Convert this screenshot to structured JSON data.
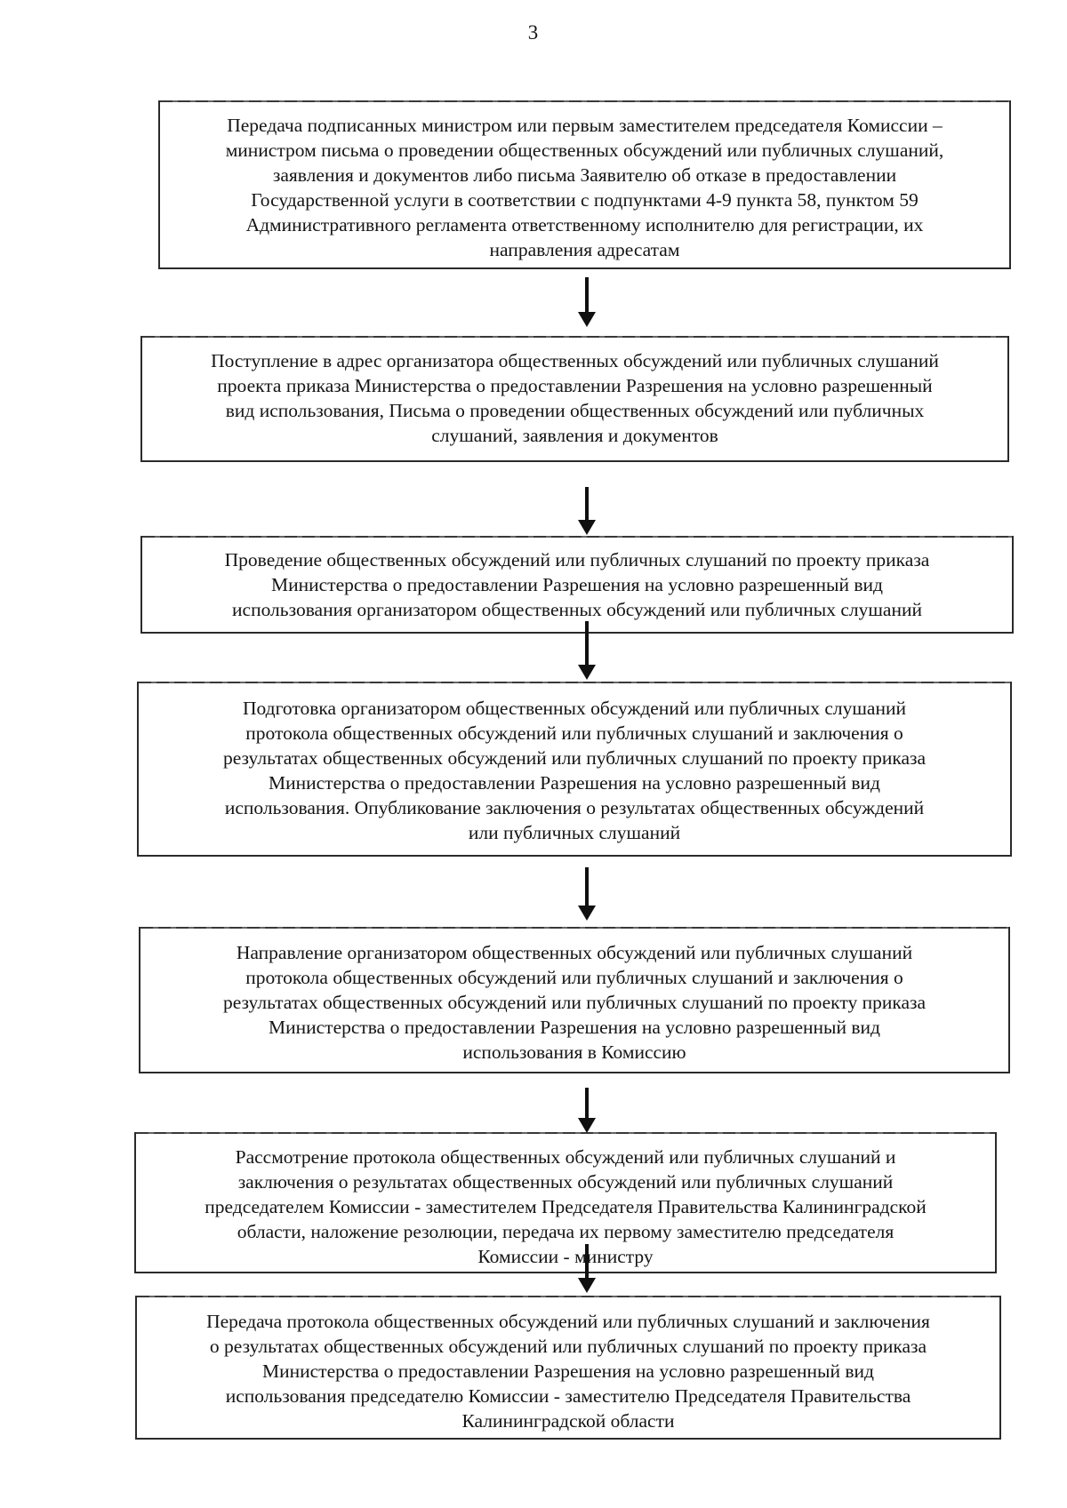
{
  "page": {
    "number": "3"
  },
  "flowchart": {
    "connector_icon": "down-arrow",
    "boxes": [
      "Передача подписанных министром или первым заместителем председателя Комиссии –\nминистром письма о проведении общественных обсуждений или публичных слушаний,\nзаявления и документов либо письма Заявителю об отказе в предоставлении\nГосударственной услуги в соответствии с подпунктами 4-9 пункта 58, пунктом 59\nАдминистративного регламента ответственному исполнителю для регистрации, их\nнаправления адресатам",
      "Поступление в адрес организатора общественных обсуждений или публичных слушаний\nпроекта приказа Министерства о предоставлении Разрешения на условно разрешенный\nвид использования, Письма о проведении общественных обсуждений или публичных\nслушаний, заявления и документов",
      "Проведение общественных обсуждений или публичных слушаний по проекту приказа\nМинистерства о предоставлении Разрешения на условно разрешенный вид\nиспользования организатором общественных обсуждений или публичных слушаний",
      "Подготовка организатором общественных обсуждений или публичных слушаний\nпротокола общественных обсуждений или публичных слушаний и заключения о\nрезультатах общественных обсуждений или публичных слушаний по проекту приказа\nМинистерства о предоставлении Разрешения на условно разрешенный вид\nиспользования. Опубликование заключения о результатах общественных обсуждений\nили публичных слушаний",
      "Направление организатором общественных обсуждений или публичных слушаний\nпротокола общественных обсуждений или публичных слушаний и заключения о\nрезультатах общественных обсуждений или публичных слушаний по проекту приказа\nМинистерства о предоставлении Разрешения на условно разрешенный вид\nиспользования в Комиссию",
      "Рассмотрение протокола общественных обсуждений или публичных слушаний и\nзаключения о результатах общественных обсуждений или публичных слушаний\nпредседателем Комиссии - заместителем Председателя Правительства Калининградской\nобласти, наложение резолюции, передача их первому заместителю председателя\nКомиссии - министру",
      "Передача протокола общественных обсуждений или публичных слушаний и заключения\nо результатах общественных обсуждений или публичных слушаний по проекту приказа\nМинистерства о предоставлении Разрешения на условно разрешенный вид\nиспользования председателю Комиссии - заместителю Председателя Правительства\nКалининградской области"
    ]
  }
}
